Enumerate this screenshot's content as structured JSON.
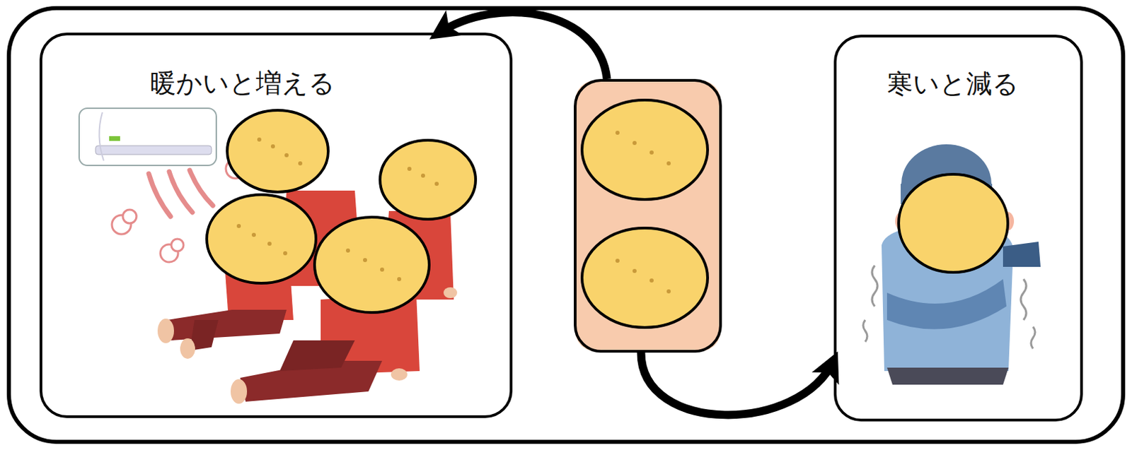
{
  "diagram": {
    "nodes": [
      {
        "text": [
          "暖かいと増える"
        ]
      },
      {
        "text": []
      },
      {
        "text": [
          "寒いと減る"
        ]
      }
    ],
    "edges": [
      {
        "from": 1,
        "to": 0,
        "arrow": "to"
      },
      {
        "from": 1,
        "to": 2,
        "arrow": "to"
      }
    ]
  }
}
